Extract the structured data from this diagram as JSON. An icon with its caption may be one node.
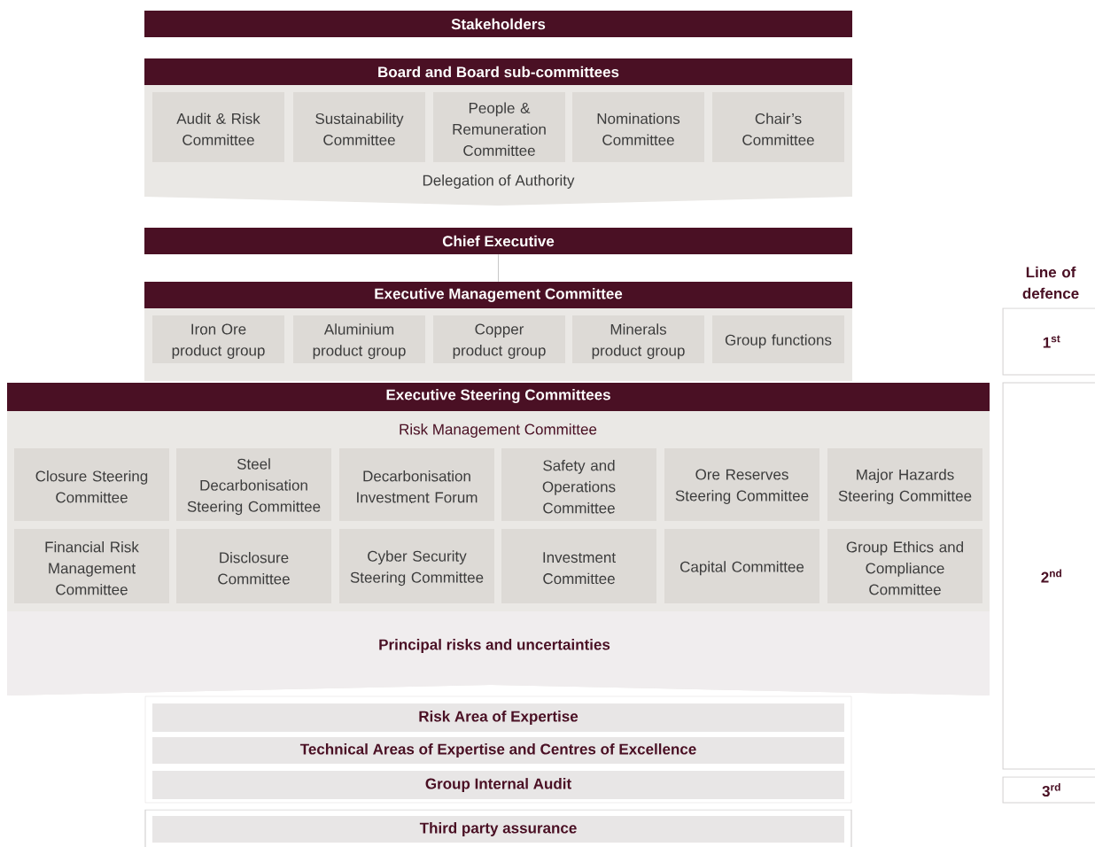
{
  "diagram": {
    "nodes": [
      {
        "text": [
          "Stakeholders"
        ]
      },
      {
        "text": [
          "Board and Board sub-committees"
        ]
      },
      {
        "text": [
          "Delegation of Authority"
        ]
      },
      {
        "text": [
          "Audit & Risk Committee"
        ],
        "in": 2
      },
      {
        "text": [
          "Sustainability Committee"
        ],
        "in": 2
      },
      {
        "text": [
          "People & Remuneration Committee"
        ],
        "in": 2
      },
      {
        "text": [
          "Nominations Committee"
        ],
        "in": 2
      },
      {
        "text": [
          "Chair’s Committee"
        ],
        "in": 2
      },
      {
        "text": [
          "Chief Executive"
        ]
      },
      {
        "text": [
          "Executive Management Committee"
        ]
      },
      {
        "text": [],
        "shape": "box"
      },
      {
        "text": [
          "Iron Ore product group"
        ],
        "in": 10
      },
      {
        "text": [
          "Aluminium product group"
        ],
        "in": 10
      },
      {
        "text": [
          "Copper product group"
        ],
        "in": 10
      },
      {
        "text": [
          "Minerals product group"
        ],
        "in": 10
      },
      {
        "text": [
          "Group functions"
        ],
        "in": 10
      },
      {
        "text": [
          "Executive Steering Committees",
          "Risk Management Committee",
          "Principal risks and uncertainties"
        ]
      },
      {
        "text": [
          "Closure Steering Committee"
        ],
        "in": 16
      },
      {
        "text": [
          "Steel Decarbonisation Steering Committee"
        ],
        "in": 16
      },
      {
        "text": [
          "Decarbonisation Investment Forum"
        ],
        "in": 16
      },
      {
        "text": [
          "Safety and Operations Committee"
        ],
        "in": 16
      },
      {
        "text": [
          "Ore Reserves Steering Committee"
        ],
        "in": 16
      },
      {
        "text": [
          "Major Hazards Steering Committee"
        ],
        "in": 16
      },
      {
        "text": [
          "Financial Risk Management Committee"
        ],
        "in": 16
      },
      {
        "text": [
          "Disclosure Committee"
        ],
        "in": 16
      },
      {
        "text": [
          "Cyber Security Steering Committee"
        ],
        "in": 16
      },
      {
        "text": [
          "Investment Committee"
        ],
        "in": 16
      },
      {
        "text": [
          "Capital Committee"
        ],
        "in": 16
      },
      {
        "text": [
          "Group Ethics and Compliance Committee"
        ],
        "in": 16
      },
      {
        "text": [],
        "shape": "box"
      },
      {
        "text": [
          "Risk Area of Expertise"
        ],
        "in": 29
      },
      {
        "text": [
          "Technical Areas of Expertise and Centres of Excellence"
        ],
        "in": 29
      },
      {
        "text": [
          "Group Internal Audit"
        ],
        "in": 29
      },
      {
        "text": [
          "Third party assurance"
        ]
      },
      {
        "text": [
          "1$^{st}$"
        ]
      },
      {
        "text": [
          "2$^{nd}$"
        ]
      },
      {
        "text": [
          "3$^{rd}$"
        ]
      }
    ],
    "edges": [
      {
        "from": 8,
        "to": 9,
        "arrow": "none"
      }
    ],
    "labels": [
      "Line of defence"
    ]
  }
}
